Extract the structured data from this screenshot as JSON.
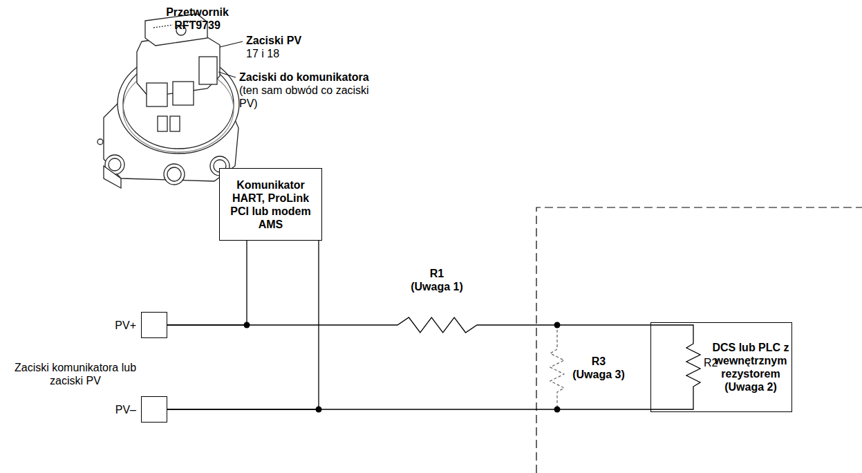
{
  "diagram": {
    "nodes": [
      {
        "text": [
          "Komunikator HART, ProLink PCI lub modem AMS"
        ]
      },
      {
        "text": [
          "DCS lub PLC z wewnętrznym rezystorem (Uwaga 2)"
        ]
      },
      {
        "text": [
          "PV+"
        ]
      },
      {
        "text": [
          "PV–"
        ]
      }
    ],
    "edges": [
      {
        "from": 2,
        "to": 0,
        "arrow": "none"
      },
      {
        "from": 3,
        "to": 0,
        "arrow": "none"
      },
      {
        "from": 2,
        "to": 1,
        "arrow": "none"
      },
      {
        "from": 3,
        "to": 1,
        "arrow": "none"
      }
    ],
    "labels": [
      "Przetwornik RFT9739",
      "Zaciski PV",
      "17 i 18",
      "Zaciski do komunikatora",
      "(ten sam obwód co zaciski PV)",
      "R1 (Uwaga 1)",
      "R3 (Uwaga 3)",
      "R2",
      "Zaciski komunikatora lub zaciski PV"
    ]
  }
}
